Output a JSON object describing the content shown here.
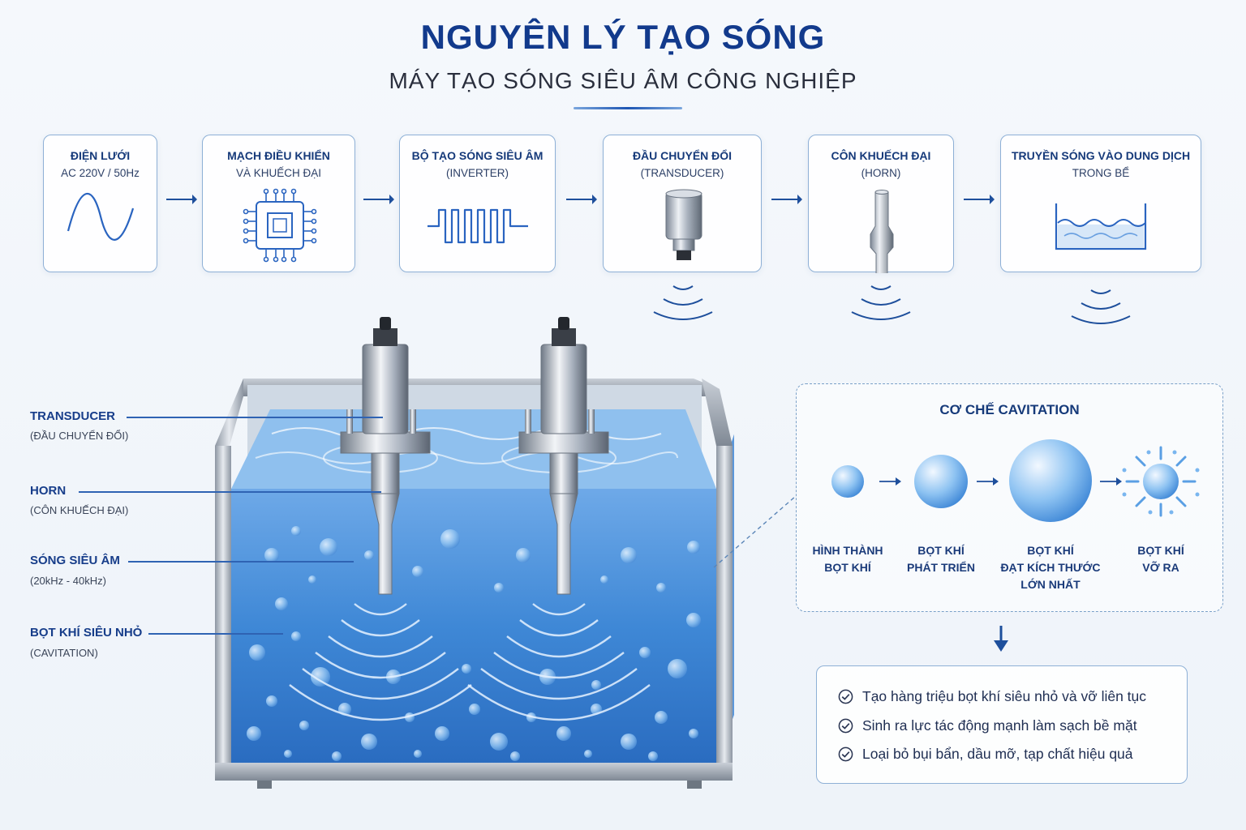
{
  "header": {
    "title": "NGUYÊN LÝ TẠO SÓNG",
    "subtitle": "MÁY TẠO SÓNG SIÊU ÂM CÔNG NGHIỆP"
  },
  "steps": [
    {
      "title": "ĐIỆN LƯỚI",
      "sub": "AC 220V / 50Hz"
    },
    {
      "title": "MẠCH ĐIỀU KHIỂN",
      "sub": "VÀ KHUẾCH ĐẠI"
    },
    {
      "title": "BỘ TẠO SÓNG SIÊU ÂM",
      "sub": "(INVERTER)"
    },
    {
      "title": "ĐẦU CHUYỂN ĐỔI",
      "sub": "(TRANSDUCER)"
    },
    {
      "title": "CÔN KHUẾCH ĐẠI",
      "sub": "(HORN)"
    },
    {
      "title": "TRUYỀN SÓNG VÀO DUNG DỊCH",
      "sub": "TRONG BỂ"
    }
  ],
  "tank_labels": [
    {
      "title": "TRANSDUCER",
      "sub": "(ĐẦU CHUYỂN ĐỔI)"
    },
    {
      "title": "HORN",
      "sub": "(CÔN KHUẾCH ĐẠI)"
    },
    {
      "title": "SÓNG SIÊU ÂM",
      "sub": "(20kHz - 40kHz)"
    },
    {
      "title": "BỌT KHÍ SIÊU NHỎ",
      "sub": "(CAVITATION)"
    }
  ],
  "cavitation": {
    "title": "CƠ CHẾ CAVITATION",
    "stages": [
      {
        "line1": "HÌNH THÀNH",
        "line2": "BỌT KHÍ",
        "line3": ""
      },
      {
        "line1": "BỌT KHÍ",
        "line2": "PHÁT TRIỂN",
        "line3": ""
      },
      {
        "line1": "BỌT KHÍ",
        "line2": "ĐẠT KÍCH THƯỚC",
        "line3": "LỚN NHẤT"
      },
      {
        "line1": "BỌT KHÍ",
        "line2": "VỠ RA",
        "line3": ""
      }
    ]
  },
  "benefits": [
    "Tạo hàng triệu bọt khí siêu nhỏ và vỡ liên tục",
    "Sinh ra lực tác động mạnh làm sạch bề mặt",
    "Loại bỏ bụi bẩn, dầu mỡ, tạp chất hiệu quả"
  ],
  "icons": {
    "step_icons": [
      "sine-wave-icon",
      "chip-icon",
      "square-wave-icon",
      "transducer-icon",
      "horn-icon",
      "tank-waves-icon"
    ],
    "check": "check-circle-icon",
    "arrow": "arrow-right-icon"
  },
  "colors": {
    "primary": "#123a8c",
    "accent": "#2f63b3",
    "water": "#3f88d6",
    "border": "#8eb0d6"
  }
}
